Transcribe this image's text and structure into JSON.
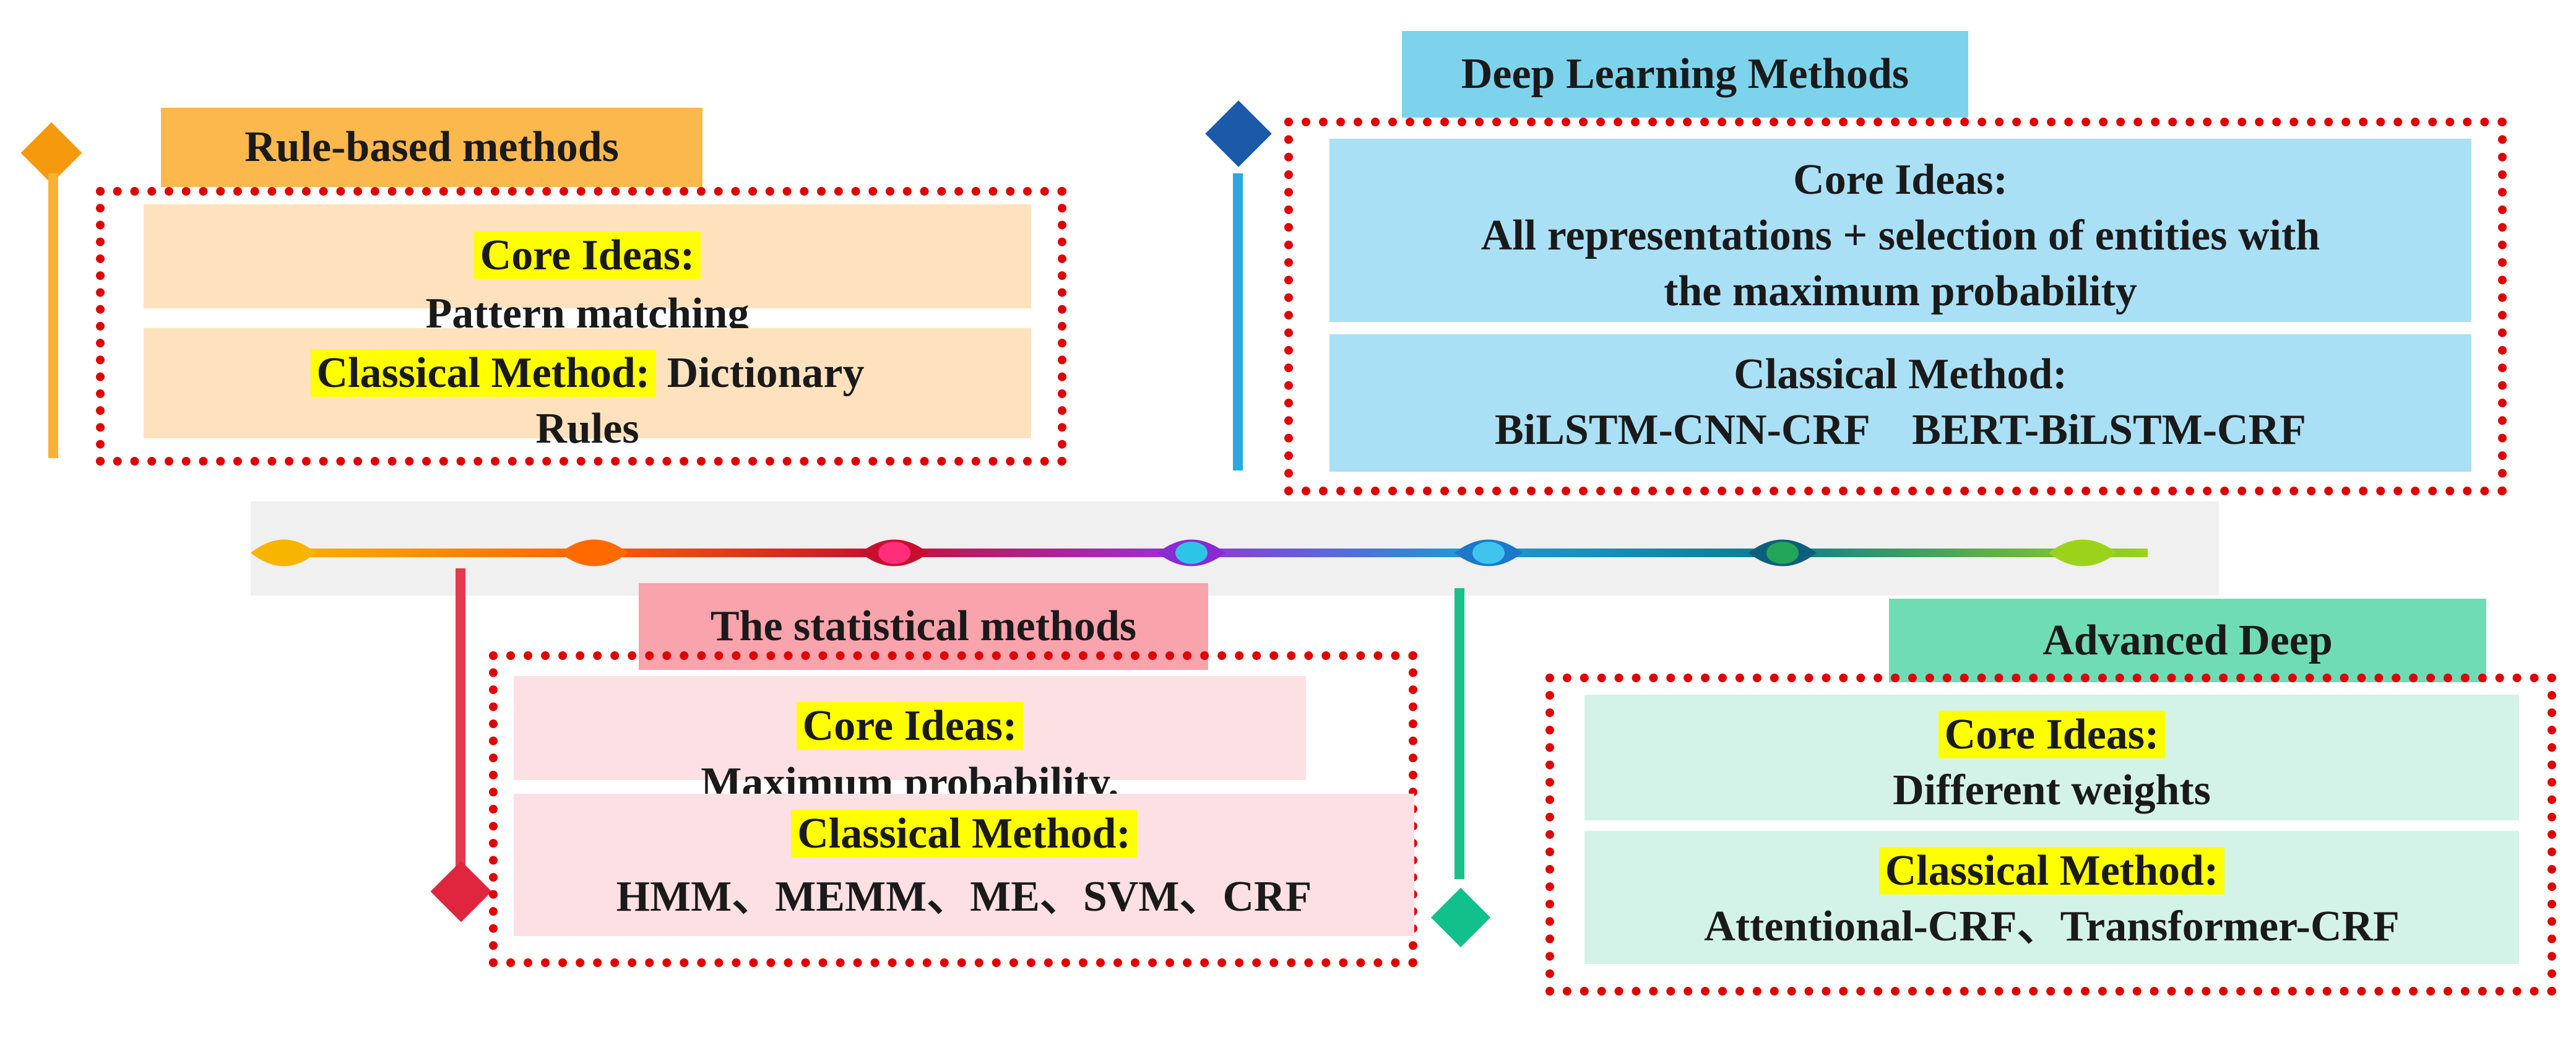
{
  "rule_based": {
    "title": "Rule-based methods",
    "core_label": "Core Ideas:",
    "core_text": "Pattern matching",
    "method_label": "Classical Method:",
    "method_text_1": "Dictionary",
    "method_text_2": "Rules",
    "color": "#f59e0b"
  },
  "deep_learning": {
    "title": "Deep Learning Methods",
    "core_label": "Core Ideas:",
    "core_text_1": "All representations  + selection of entities with",
    "core_text_2": "the maximum probability",
    "method_label": "Classical Method:",
    "method_text": "BiLSTM-CNN-CRF    BERT-BiLSTM-CRF",
    "color": "#1e9bd7"
  },
  "statistical": {
    "title": "The statistical methods",
    "core_label": "Core Ideas:",
    "core_text": "Maximum  probability.",
    "method_label": "Classical Method:",
    "method_text": "HMM、MEMM、ME、SVM、CRF",
    "color": "#e53950"
  },
  "advanced_deep": {
    "title": "Advanced Deep",
    "core_label": "Core Ideas:",
    "core_text": "Different  weights",
    "method_label": "Classical Method:",
    "method_text": "Attentional-CRF、Transformer-CRF",
    "color": "#1bbf8a"
  }
}
